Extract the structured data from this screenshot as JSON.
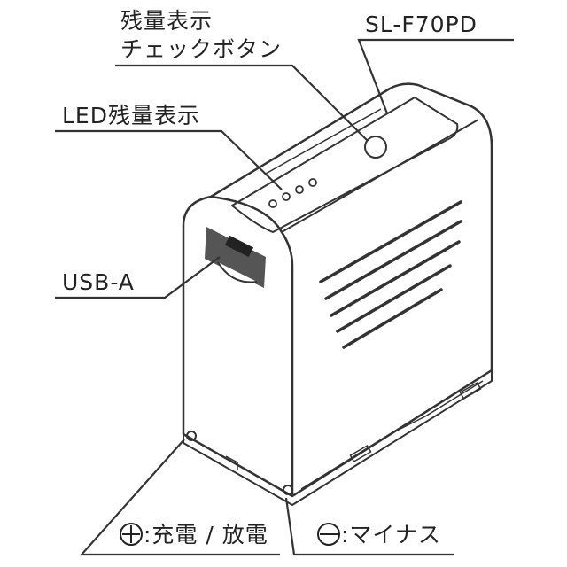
{
  "labels": {
    "check_button_line1": "残量表示",
    "check_button_line2": "チェックボタン",
    "model": "SL-F70PD",
    "led": "LED残量表示",
    "usb": "USB-A",
    "plus": ":充電 / 放電",
    "minus": ":マイナス"
  },
  "colors": {
    "line": "#333333",
    "body": "#ffffff",
    "usb_port": "#555555"
  }
}
